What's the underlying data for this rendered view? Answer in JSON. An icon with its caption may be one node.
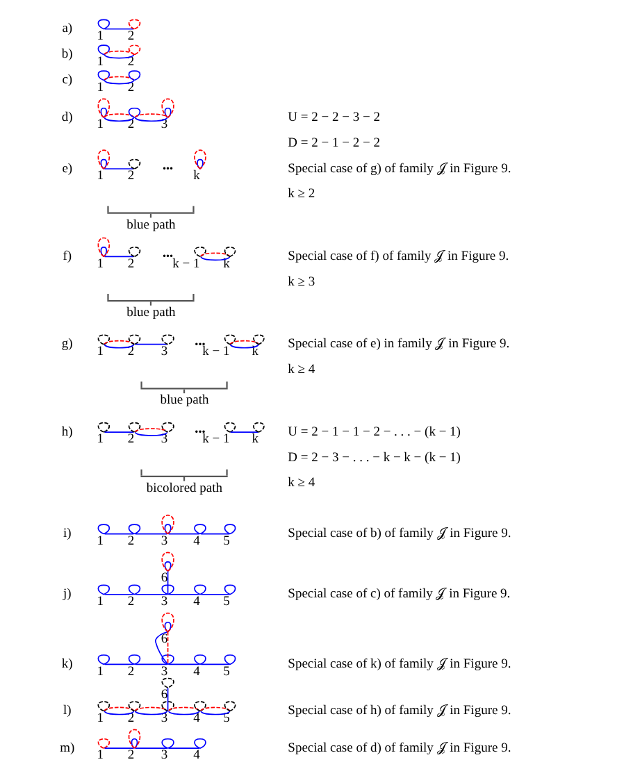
{
  "diagram": {
    "nodes": [
      {
        "text": [],
        "shape": "circle",
        "beside": [
          "1"
        ]
      },
      {
        "text": [],
        "shape": "circle",
        "beside": [
          "2"
        ]
      },
      {
        "text": [],
        "shape": "circle",
        "beside": [
          "1"
        ]
      },
      {
        "text": [],
        "shape": "circle",
        "beside": [
          "2"
        ]
      },
      {
        "text": [],
        "shape": "circle",
        "beside": [
          "1"
        ]
      },
      {
        "text": [],
        "shape": "circle",
        "beside": [
          "2"
        ]
      },
      {
        "text": [],
        "shape": "circle",
        "beside": [
          "1"
        ]
      },
      {
        "text": [],
        "shape": "circle",
        "beside": [
          "2"
        ]
      },
      {
        "text": [],
        "shape": "circle",
        "beside": [
          "3"
        ]
      },
      {
        "text": [],
        "shape": "circle",
        "beside": [
          "1"
        ]
      },
      {
        "text": [],
        "shape": "circle",
        "beside": [
          "2"
        ]
      },
      {
        "text": [],
        "shape": "circle",
        "beside": [
          "k"
        ]
      },
      {
        "text": [],
        "shape": "circle",
        "beside": [
          "1"
        ]
      },
      {
        "text": [],
        "shape": "circle",
        "beside": [
          "2"
        ]
      },
      {
        "text": [],
        "shape": "circle",
        "beside": [
          "k − 1"
        ]
      },
      {
        "text": [],
        "shape": "circle",
        "beside": [
          "k"
        ]
      },
      {
        "text": [],
        "shape": "circle",
        "beside": [
          "1"
        ]
      },
      {
        "text": [],
        "shape": "circle",
        "beside": [
          "2"
        ]
      },
      {
        "text": [],
        "shape": "circle",
        "beside": [
          "3"
        ]
      },
      {
        "text": [],
        "shape": "circle",
        "beside": [
          "k − 1"
        ]
      },
      {
        "text": [],
        "shape": "circle",
        "beside": [
          "k"
        ]
      },
      {
        "text": [],
        "shape": "circle",
        "beside": [
          "1"
        ]
      },
      {
        "text": [],
        "shape": "circle",
        "beside": [
          "2"
        ]
      },
      {
        "text": [],
        "shape": "circle",
        "beside": [
          "3"
        ]
      },
      {
        "text": [],
        "shape": "circle",
        "beside": [
          "k − 1"
        ]
      },
      {
        "text": [],
        "shape": "circle",
        "beside": [
          "k"
        ]
      },
      {
        "text": [],
        "shape": "circle",
        "beside": [
          "1"
        ]
      },
      {
        "text": [],
        "shape": "circle",
        "beside": [
          "2"
        ]
      },
      {
        "text": [],
        "shape": "circle",
        "beside": [
          "3"
        ]
      },
      {
        "text": [],
        "shape": "circle",
        "beside": [
          "4"
        ]
      },
      {
        "text": [],
        "shape": "circle",
        "beside": [
          "5"
        ]
      },
      {
        "text": [],
        "shape": "circle",
        "beside": [
          "6"
        ]
      },
      {
        "text": [],
        "shape": "circle",
        "beside": [
          "1"
        ]
      },
      {
        "text": [],
        "shape": "circle",
        "beside": [
          "2"
        ]
      },
      {
        "text": [],
        "shape": "circle",
        "beside": [
          "3"
        ]
      },
      {
        "text": [],
        "shape": "circle",
        "beside": [
          "4"
        ]
      },
      {
        "text": [],
        "shape": "circle",
        "beside": [
          "5"
        ]
      },
      {
        "text": [],
        "shape": "circle",
        "beside": [
          "6"
        ]
      },
      {
        "text": [],
        "shape": "circle",
        "beside": [
          "1"
        ]
      },
      {
        "text": [],
        "shape": "circle",
        "beside": [
          "2"
        ]
      },
      {
        "text": [],
        "shape": "circle",
        "beside": [
          "3"
        ]
      },
      {
        "text": [],
        "shape": "circle",
        "beside": [
          "4"
        ]
      },
      {
        "text": [],
        "shape": "circle",
        "beside": [
          "5"
        ]
      },
      {
        "text": [],
        "shape": "circle",
        "beside": [
          "6"
        ]
      },
      {
        "text": [],
        "shape": "circle",
        "beside": [
          "1"
        ]
      },
      {
        "text": [],
        "shape": "circle",
        "beside": [
          "2"
        ]
      },
      {
        "text": [],
        "shape": "circle",
        "beside": [
          "3"
        ]
      },
      {
        "text": [],
        "shape": "circle",
        "beside": [
          "4"
        ]
      },
      {
        "text": [],
        "shape": "circle",
        "beside": [
          "5"
        ]
      },
      {
        "text": [],
        "shape": "circle",
        "beside": [
          "1"
        ]
      },
      {
        "text": [],
        "shape": "circle",
        "beside": [
          "2"
        ]
      },
      {
        "text": [],
        "shape": "circle",
        "beside": [
          "3"
        ]
      },
      {
        "text": [],
        "shape": "circle",
        "beside": [
          "4"
        ]
      }
    ],
    "edges": [
      {
        "from": 0,
        "to": 0,
        "arrow": "none"
      },
      {
        "from": 0,
        "to": 1,
        "arrow": "none"
      },
      {
        "from": 1,
        "to": 1,
        "arrow": "none",
        "style": "dashed",
        "color": "#ff0000"
      },
      {
        "from": 2,
        "to": 2,
        "arrow": "none"
      },
      {
        "from": 2,
        "to": 3,
        "arrow": "none"
      },
      {
        "from": 2,
        "to": 3,
        "arrow": "none",
        "style": "dashed",
        "color": "#ff0000"
      },
      {
        "from": 3,
        "to": 3,
        "arrow": "none",
        "style": "dashed",
        "color": "#ff0000"
      },
      {
        "from": 4,
        "to": 4,
        "arrow": "none"
      },
      {
        "from": 4,
        "to": 5,
        "arrow": "none"
      },
      {
        "from": 4,
        "to": 5,
        "arrow": "none",
        "style": "dashed",
        "color": "#ff0000"
      },
      {
        "from": 5,
        "to": 5,
        "arrow": "none"
      },
      {
        "from": 6,
        "to": 6,
        "arrow": "none"
      },
      {
        "from": 6,
        "to": 6,
        "arrow": "none",
        "style": "dashed",
        "color": "#ff0000"
      },
      {
        "from": 6,
        "to": 7,
        "arrow": "none"
      },
      {
        "from": 6,
        "to": 7,
        "arrow": "none",
        "style": "dashed",
        "color": "#ff0000"
      },
      {
        "from": 7,
        "to": 7,
        "arrow": "none"
      },
      {
        "from": 7,
        "to": 8,
        "arrow": "none"
      },
      {
        "from": 7,
        "to": 8,
        "arrow": "none",
        "style": "dashed",
        "color": "#ff0000"
      },
      {
        "from": 8,
        "to": 8,
        "arrow": "none"
      },
      {
        "from": 8,
        "to": 8,
        "arrow": "none",
        "style": "dashed",
        "color": "#ff0000"
      },
      {
        "from": 9,
        "to": 9,
        "arrow": "none"
      },
      {
        "from": 9,
        "to": 9,
        "arrow": "none",
        "style": "dashed",
        "color": "#ff0000"
      },
      {
        "from": 9,
        "to": 10,
        "arrow": "none"
      },
      {
        "from": 10,
        "to": 10,
        "arrow": "none",
        "style": "dashed",
        "color": "#000000"
      },
      {
        "from": 11,
        "to": 11,
        "arrow": "none"
      },
      {
        "from": 11,
        "to": 11,
        "arrow": "none",
        "style": "dashed",
        "color": "#ff0000"
      },
      {
        "from": 12,
        "to": 12,
        "arrow": "none"
      },
      {
        "from": 12,
        "to": 12,
        "arrow": "none",
        "style": "dashed",
        "color": "#ff0000"
      },
      {
        "from": 12,
        "to": 13,
        "arrow": "none"
      },
      {
        "from": 13,
        "to": 13,
        "arrow": "none",
        "style": "dashed",
        "color": "#000000"
      },
      {
        "from": 14,
        "to": 14,
        "arrow": "none",
        "style": "dashed",
        "color": "#000000"
      },
      {
        "from": 14,
        "to": 15,
        "arrow": "none"
      },
      {
        "from": 14,
        "to": 15,
        "arrow": "none",
        "style": "dashed",
        "color": "#ff0000"
      },
      {
        "from": 15,
        "to": 15,
        "arrow": "none",
        "style": "dashed",
        "color": "#000000"
      },
      {
        "from": 16,
        "to": 16,
        "arrow": "none",
        "style": "dashed",
        "color": "#000000"
      },
      {
        "from": 16,
        "to": 17,
        "arrow": "none"
      },
      {
        "from": 16,
        "to": 17,
        "arrow": "none",
        "style": "dashed",
        "color": "#ff0000"
      },
      {
        "from": 17,
        "to": 17,
        "arrow": "none",
        "style": "dashed",
        "color": "#000000"
      },
      {
        "from": 17,
        "to": 18,
        "arrow": "none"
      },
      {
        "from": 18,
        "to": 18,
        "arrow": "none",
        "style": "dashed",
        "color": "#000000"
      },
      {
        "from": 19,
        "to": 19,
        "arrow": "none",
        "style": "dashed",
        "color": "#000000"
      },
      {
        "from": 19,
        "to": 20,
        "arrow": "none"
      },
      {
        "from": 19,
        "to": 20,
        "arrow": "none",
        "style": "dashed",
        "color": "#ff0000"
      },
      {
        "from": 20,
        "to": 20,
        "arrow": "none",
        "style": "dashed",
        "color": "#000000"
      },
      {
        "from": 21,
        "to": 21,
        "arrow": "none",
        "style": "dashed",
        "color": "#000000"
      },
      {
        "from": 21,
        "to": 22,
        "arrow": "none"
      },
      {
        "from": 22,
        "to": 22,
        "arrow": "none",
        "style": "dashed",
        "color": "#000000"
      },
      {
        "from": 22,
        "to": 23,
        "arrow": "none"
      },
      {
        "from": 22,
        "to": 23,
        "arrow": "none",
        "style": "dashed",
        "color": "#ff0000"
      },
      {
        "from": 23,
        "to": 23,
        "arrow": "none",
        "style": "dashed",
        "color": "#000000"
      },
      {
        "from": 24,
        "to": 24,
        "arrow": "none",
        "style": "dashed",
        "color": "#000000"
      },
      {
        "from": 24,
        "to": 25,
        "arrow": "none"
      },
      {
        "from": 25,
        "to": 25,
        "arrow": "none",
        "style": "dashed",
        "color": "#000000"
      },
      {
        "from": 26,
        "to": 26,
        "arrow": "none"
      },
      {
        "from": 26,
        "to": 27,
        "arrow": "none"
      },
      {
        "from": 27,
        "to": 27,
        "arrow": "none"
      },
      {
        "from": 27,
        "to": 28,
        "arrow": "none"
      },
      {
        "from": 28,
        "to": 28,
        "arrow": "none"
      },
      {
        "from": 28,
        "to": 28,
        "arrow": "none",
        "style": "dashed",
        "color": "#ff0000"
      },
      {
        "from": 28,
        "to": 29,
        "arrow": "none"
      },
      {
        "from": 29,
        "to": 29,
        "arrow": "none"
      },
      {
        "from": 29,
        "to": 30,
        "arrow": "none"
      },
      {
        "from": 30,
        "to": 30,
        "arrow": "none"
      },
      {
        "from": 31,
        "to": 31,
        "arrow": "none"
      },
      {
        "from": 31,
        "to": 31,
        "arrow": "none",
        "style": "dashed",
        "color": "#ff0000"
      },
      {
        "from": 31,
        "to": 34,
        "arrow": "none"
      },
      {
        "from": 32,
        "to": 32,
        "arrow": "none"
      },
      {
        "from": 32,
        "to": 33,
        "arrow": "none"
      },
      {
        "from": 33,
        "to": 33,
        "arrow": "none"
      },
      {
        "from": 33,
        "to": 34,
        "arrow": "none"
      },
      {
        "from": 34,
        "to": 34,
        "arrow": "none"
      },
      {
        "from": 34,
        "to": 35,
        "arrow": "none"
      },
      {
        "from": 35,
        "to": 35,
        "arrow": "none"
      },
      {
        "from": 35,
        "to": 36,
        "arrow": "none"
      },
      {
        "from": 36,
        "to": 36,
        "arrow": "none"
      },
      {
        "from": 37,
        "to": 37,
        "arrow": "none"
      },
      {
        "from": 37,
        "to": 37,
        "arrow": "none",
        "style": "dashed",
        "color": "#ff0000"
      },
      {
        "from": 37,
        "to": 40,
        "arrow": "none"
      },
      {
        "from": 37,
        "to": 40,
        "arrow": "none",
        "style": "dashed",
        "color": "#ff0000"
      },
      {
        "from": 38,
        "to": 38,
        "arrow": "none"
      },
      {
        "from": 38,
        "to": 39,
        "arrow": "none"
      },
      {
        "from": 39,
        "to": 39,
        "arrow": "none"
      },
      {
        "from": 39,
        "to": 40,
        "arrow": "none"
      },
      {
        "from": 40,
        "to": 40,
        "arrow": "none"
      },
      {
        "from": 40,
        "to": 41,
        "arrow": "none"
      },
      {
        "from": 41,
        "to": 41,
        "arrow": "none"
      },
      {
        "from": 41,
        "to": 42,
        "arrow": "none"
      },
      {
        "from": 42,
        "to": 42,
        "arrow": "none"
      },
      {
        "from": 43,
        "to": 43,
        "arrow": "none",
        "style": "dashed",
        "color": "#000000"
      },
      {
        "from": 43,
        "to": 46,
        "arrow": "none"
      },
      {
        "from": 44,
        "to": 44,
        "arrow": "none",
        "style": "dashed",
        "color": "#000000"
      },
      {
        "from": 44,
        "to": 45,
        "arrow": "none"
      },
      {
        "from": 44,
        "to": 45,
        "arrow": "none",
        "style": "dashed",
        "color": "#ff0000"
      },
      {
        "from": 45,
        "to": 45,
        "arrow": "none",
        "style": "dashed",
        "color": "#000000"
      },
      {
        "from": 45,
        "to": 46,
        "arrow": "none"
      },
      {
        "from": 45,
        "to": 46,
        "arrow": "none",
        "style": "dashed",
        "color": "#ff0000"
      },
      {
        "from": 46,
        "to": 46,
        "arrow": "none",
        "style": "dashed",
        "color": "#000000"
      },
      {
        "from": 46,
        "to": 47,
        "arrow": "none"
      },
      {
        "from": 46,
        "to": 47,
        "arrow": "none",
        "style": "dashed",
        "color": "#ff0000"
      },
      {
        "from": 47,
        "to": 47,
        "arrow": "none",
        "style": "dashed",
        "color": "#000000"
      },
      {
        "from": 47,
        "to": 48,
        "arrow": "none"
      },
      {
        "from": 47,
        "to": 48,
        "arrow": "none",
        "style": "dashed",
        "color": "#ff0000"
      },
      {
        "from": 48,
        "to": 48,
        "arrow": "none",
        "style": "dashed",
        "color": "#000000"
      },
      {
        "from": 49,
        "to": 49,
        "arrow": "none",
        "style": "dashed",
        "color": "#ff0000"
      },
      {
        "from": 49,
        "to": 50,
        "arrow": "none"
      },
      {
        "from": 50,
        "to": 50,
        "arrow": "none"
      },
      {
        "from": 50,
        "to": 50,
        "arrow": "none",
        "style": "dashed",
        "color": "#ff0000"
      },
      {
        "from": 50,
        "to": 51,
        "arrow": "none"
      },
      {
        "from": 51,
        "to": 51,
        "arrow": "none"
      },
      {
        "from": 51,
        "to": 52,
        "arrow": "none"
      },
      {
        "from": 52,
        "to": 52,
        "arrow": "none"
      }
    ],
    "labels": [
      "a)",
      "b)",
      "c)",
      "d)",
      "U = 2 − 2 − 3 − 2",
      "D = 2 − 1 − 2 − 2",
      "e)",
      "•••",
      "Special case of g) of family 𝒥 in Figure 9.",
      "k ≥ 2",
      "blue path",
      "f)",
      "•••",
      "Special case of f) of family 𝒥 in Figure 9.",
      "k ≥ 3",
      "blue path",
      "g)",
      "•••",
      "Special case of e) in family 𝒥 in Figure 9.",
      "k ≥ 4",
      "blue path",
      "h)",
      "•••",
      "U = 2 − 1 − 1 − 2 − . . . − (k − 1)",
      "D = 2 − 3 − . . . − k − k − (k − 1)",
      "k ≥ 4",
      "bicolored path",
      "i)",
      "Special case of b) of family 𝒥 in Figure 9.",
      "j)",
      "Special case of c) of family 𝒥 in Figure 9.",
      "k)",
      "Special case of k) of family 𝒥 in Figure 9.",
      "l)",
      "Special case of h) of family 𝒥 in Figure 9.",
      "m)",
      "Special case of d) of family 𝒥 in Figure 9."
    ]
  }
}
